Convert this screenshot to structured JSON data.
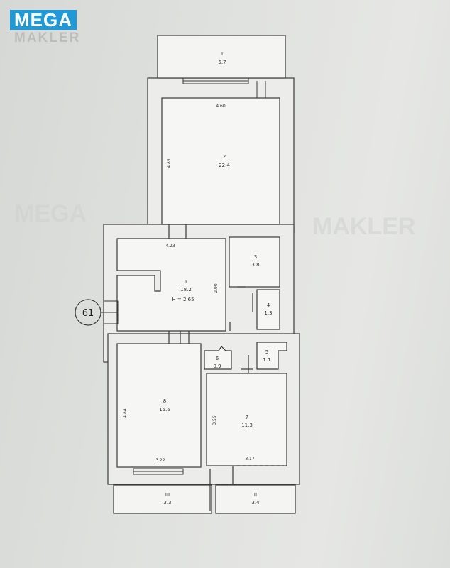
{
  "watermark": {
    "brand_top": "MEGA",
    "brand_bottom": "MAKLER"
  },
  "plan_marker": "61",
  "rooms": [
    {
      "id": "1",
      "area": "18.2",
      "extra": "H = 2.65"
    },
    {
      "id": "2",
      "area": "22.4"
    },
    {
      "id": "3",
      "area": "3.8"
    },
    {
      "id": "4",
      "area": "1.3"
    },
    {
      "id": "5",
      "area": "1.1"
    },
    {
      "id": "6",
      "area": "0.9"
    },
    {
      "id": "7",
      "area": "11.3"
    },
    {
      "id": "8",
      "area": "15.6"
    },
    {
      "id": "I",
      "area": "5.7"
    },
    {
      "id": "II",
      "area": "3.4"
    },
    {
      "id": "III",
      "area": "3.3"
    }
  ],
  "dimensions": {
    "room2_width": "4.60",
    "room2_height": "4.85",
    "room1_width": "4.23",
    "room1_height": "2.90",
    "room8_height": "4.84",
    "room8_width": "3.22",
    "room7_height": "3.55",
    "room7_width": "3.17"
  },
  "colors": {
    "wall_fill": "#ececea",
    "wall_stroke": "#3a3a3a",
    "text": "#333333",
    "watermark_blue": "#1f9ad6"
  }
}
